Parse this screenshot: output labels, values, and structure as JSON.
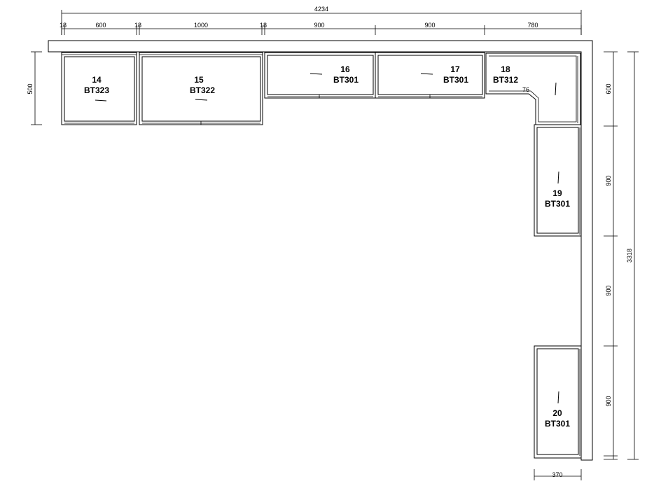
{
  "dimensions": {
    "total_width": "4234",
    "total_depth": "3318",
    "wall_depth": "500",
    "side_depth": "370",
    "top_segments": [
      "18",
      "600",
      "18",
      "1000",
      "18",
      "900",
      "900",
      "780"
    ],
    "right_segments": [
      "600",
      "900",
      "900",
      "900"
    ],
    "small_mark": "76"
  },
  "cabinets": [
    {
      "number": "14",
      "code": "BT323"
    },
    {
      "number": "15",
      "code": "BT322"
    },
    {
      "number": "16",
      "code": "BT301"
    },
    {
      "number": "17",
      "code": "BT301"
    },
    {
      "number": "18",
      "code": "BT312"
    },
    {
      "number": "19",
      "code": "BT301"
    },
    {
      "number": "20",
      "code": "BT301"
    }
  ]
}
